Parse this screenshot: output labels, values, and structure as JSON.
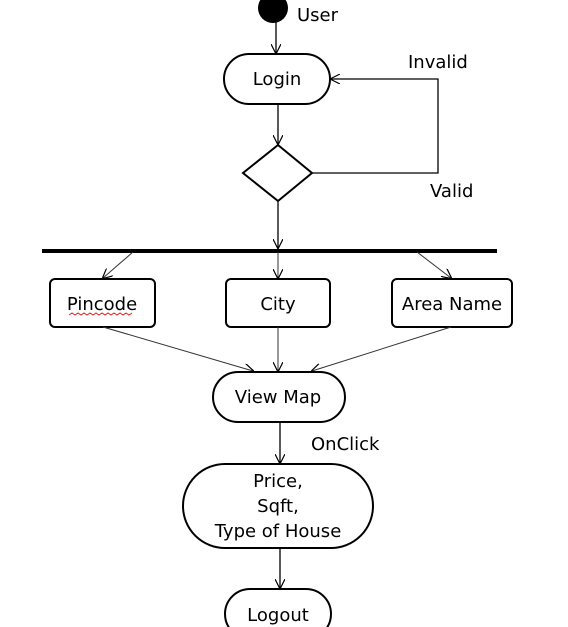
{
  "diagram": {
    "start_label": "User",
    "nodes": {
      "login": "Login",
      "pincode": "Pincode",
      "city": "City",
      "area_name": "Area Name",
      "view_map": "View Map",
      "details": [
        "Price,",
        "Sqft,",
        "Type of House"
      ],
      "logout": "Logout"
    },
    "edge_labels": {
      "invalid": "Invalid",
      "valid": "Valid",
      "onclick": "OnClick"
    },
    "colors": {
      "line": "#000000",
      "spellcheck_underline": "#e02020"
    }
  }
}
